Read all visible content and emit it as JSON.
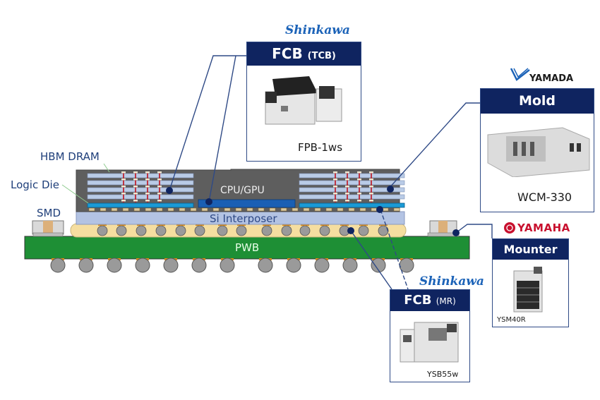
{
  "labels": {
    "hbm_dram": "HBM DRAM",
    "logic_die": "Logic Die",
    "smd": "SMD",
    "cpu_gpu": "CPU/GPU",
    "si_interposer": "Si Interposer",
    "pwb": "PWB"
  },
  "cards": {
    "fcb_tcb": {
      "brand": "Shinkawa",
      "title": "FCB",
      "subtitle": "(TCB)",
      "model": "FPB-1ws"
    },
    "mold": {
      "brand": "YAMADA",
      "title": "Mold",
      "model": "WCM-330"
    },
    "mounter": {
      "brand": "YAMAHA",
      "title": "Mounter",
      "model": "YSM40R"
    },
    "fcb_mr": {
      "brand": "Shinkawa",
      "title": "FCB",
      "subtitle": "(MR)",
      "model": "YSB55w"
    }
  },
  "colors": {
    "header": "#0f2460",
    "leader": "#2f4a86",
    "mold": "#5e5e5e",
    "dram": "#b9cbe6",
    "logic": "#1a9ad6",
    "interposer": "#b3c3e3",
    "underfill": "#f5dea0",
    "pwb": "#1e8f35",
    "bump": "#9a9a9a",
    "shinkawa": "#1c63b8",
    "yamaha": "#c8102e"
  }
}
